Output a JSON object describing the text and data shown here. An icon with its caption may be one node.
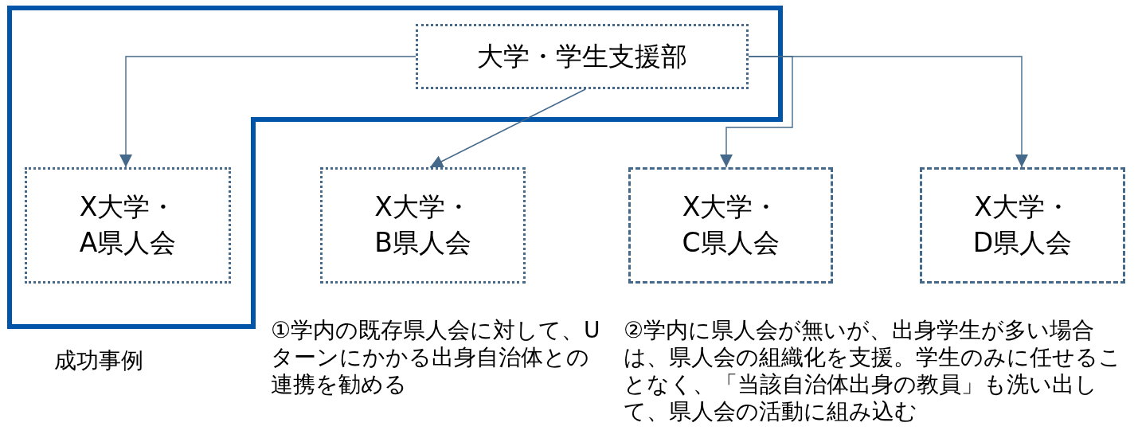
{
  "diagram": {
    "nodes": [
      {
        "text": [
          "大学・学生支援部"
        ]
      },
      {
        "text": [
          "X大学・A県人会"
        ]
      },
      {
        "text": [
          "X大学・B県人会"
        ]
      },
      {
        "text": [
          "X大学・C県人会"
        ]
      },
      {
        "text": [
          "X大学・D県人会"
        ]
      }
    ],
    "edges": [
      {
        "from": 0,
        "to": 1,
        "arrow": "to"
      },
      {
        "from": 0,
        "to": 2,
        "arrow": "to"
      },
      {
        "from": 0,
        "to": 3,
        "arrow": "to"
      },
      {
        "from": 0,
        "to": 4,
        "arrow": "to"
      }
    ],
    "labels": [
      "①学内の既存県人会に対して、Uターンにかかる出身自治体との連携を勧める",
      "②学内に県人会が無いが、出身学生が多い場合は、県人会の組織化を支援。学生のみに任せることなく、「当該自治体出身の教員」も洗い出して、県人会の活動に組み込む",
      "成功事例"
    ]
  }
}
